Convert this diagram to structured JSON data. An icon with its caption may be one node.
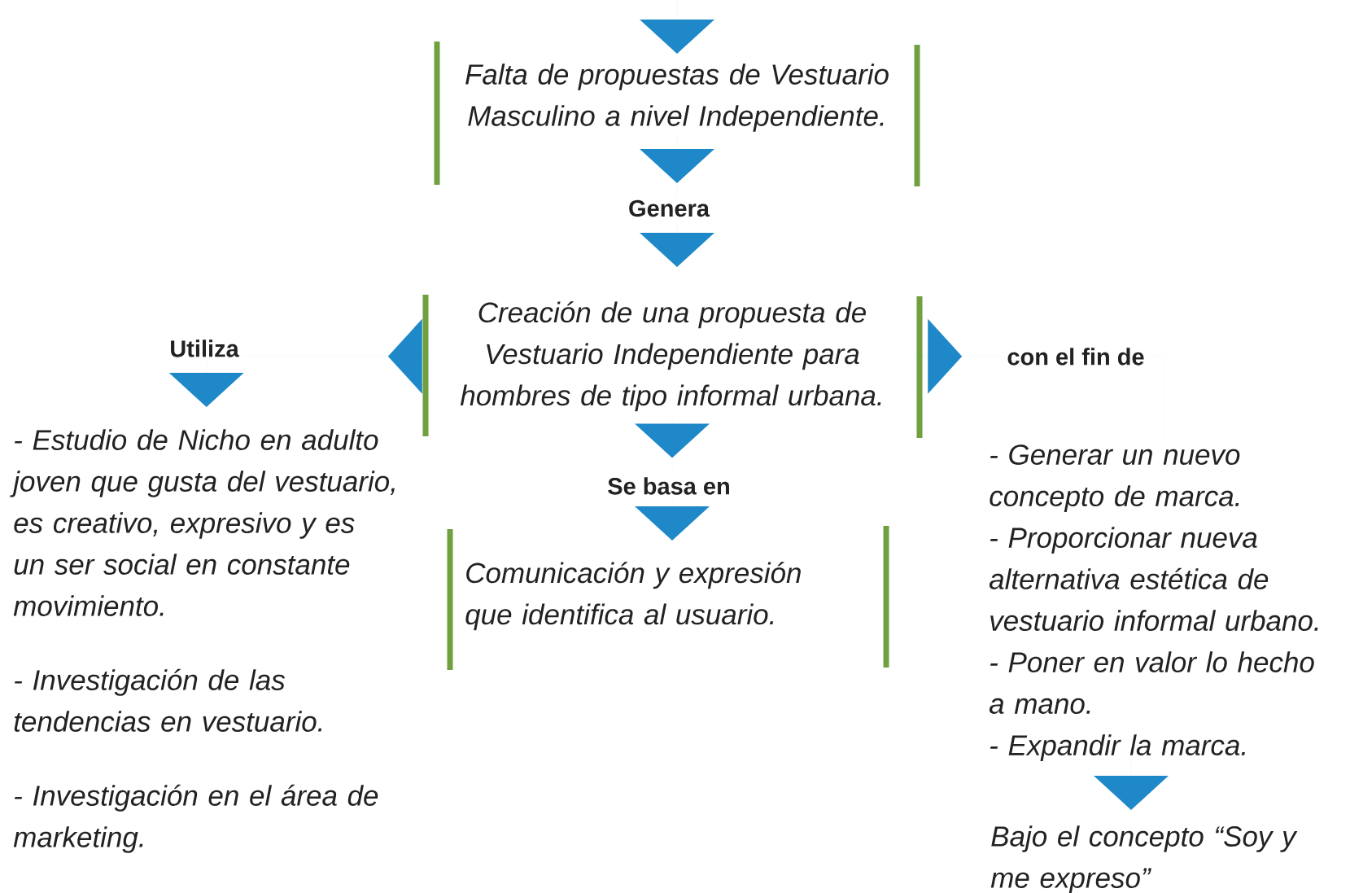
{
  "diagram": {
    "nodes": [
      {
        "text": [
          "Falta de propuestas de Vestuario Masculino a nivel Independiente."
        ]
      },
      {
        "text": [
          "Creación de una propuesta de Vestuario Independiente para hombres de tipo informal urbana."
        ]
      },
      {
        "text": [
          "Comunicación y expresión que identifica al usuario."
        ]
      },
      {
        "text": [
          "- Estudio de Nicho en adulto joven que gusta del vestuario, es creativo, expresivo y es un ser social en constante movimiento.",
          "- Investigación de las tendencias en vestuario.",
          "- Investigación en el área de marketing."
        ]
      },
      {
        "text": [
          "- Generar un nuevo concepto de marca.",
          "- Proporcionar nueva alternativa estética de vestuario informal urbano.",
          "- Poner en valor lo hecho a mano.",
          "- Expandir la marca."
        ]
      },
      {
        "text": [
          "Bajo el concepto “Soy y me expreso”"
        ]
      }
    ],
    "edges": [
      {
        "from": null,
        "to": 0,
        "arrow": "to"
      },
      {
        "from": 0,
        "to": 1,
        "arrow": "to",
        "label": "Genera"
      },
      {
        "from": 1,
        "to": 2,
        "arrow": "to",
        "label": "Se basa en"
      },
      {
        "from": 1,
        "to": 3,
        "arrow": "to",
        "label": "Utiliza"
      },
      {
        "from": 1,
        "to": 4,
        "arrow": "to",
        "label": "con el fin de"
      },
      {
        "from": 4,
        "to": 5,
        "arrow": "to"
      }
    ]
  }
}
